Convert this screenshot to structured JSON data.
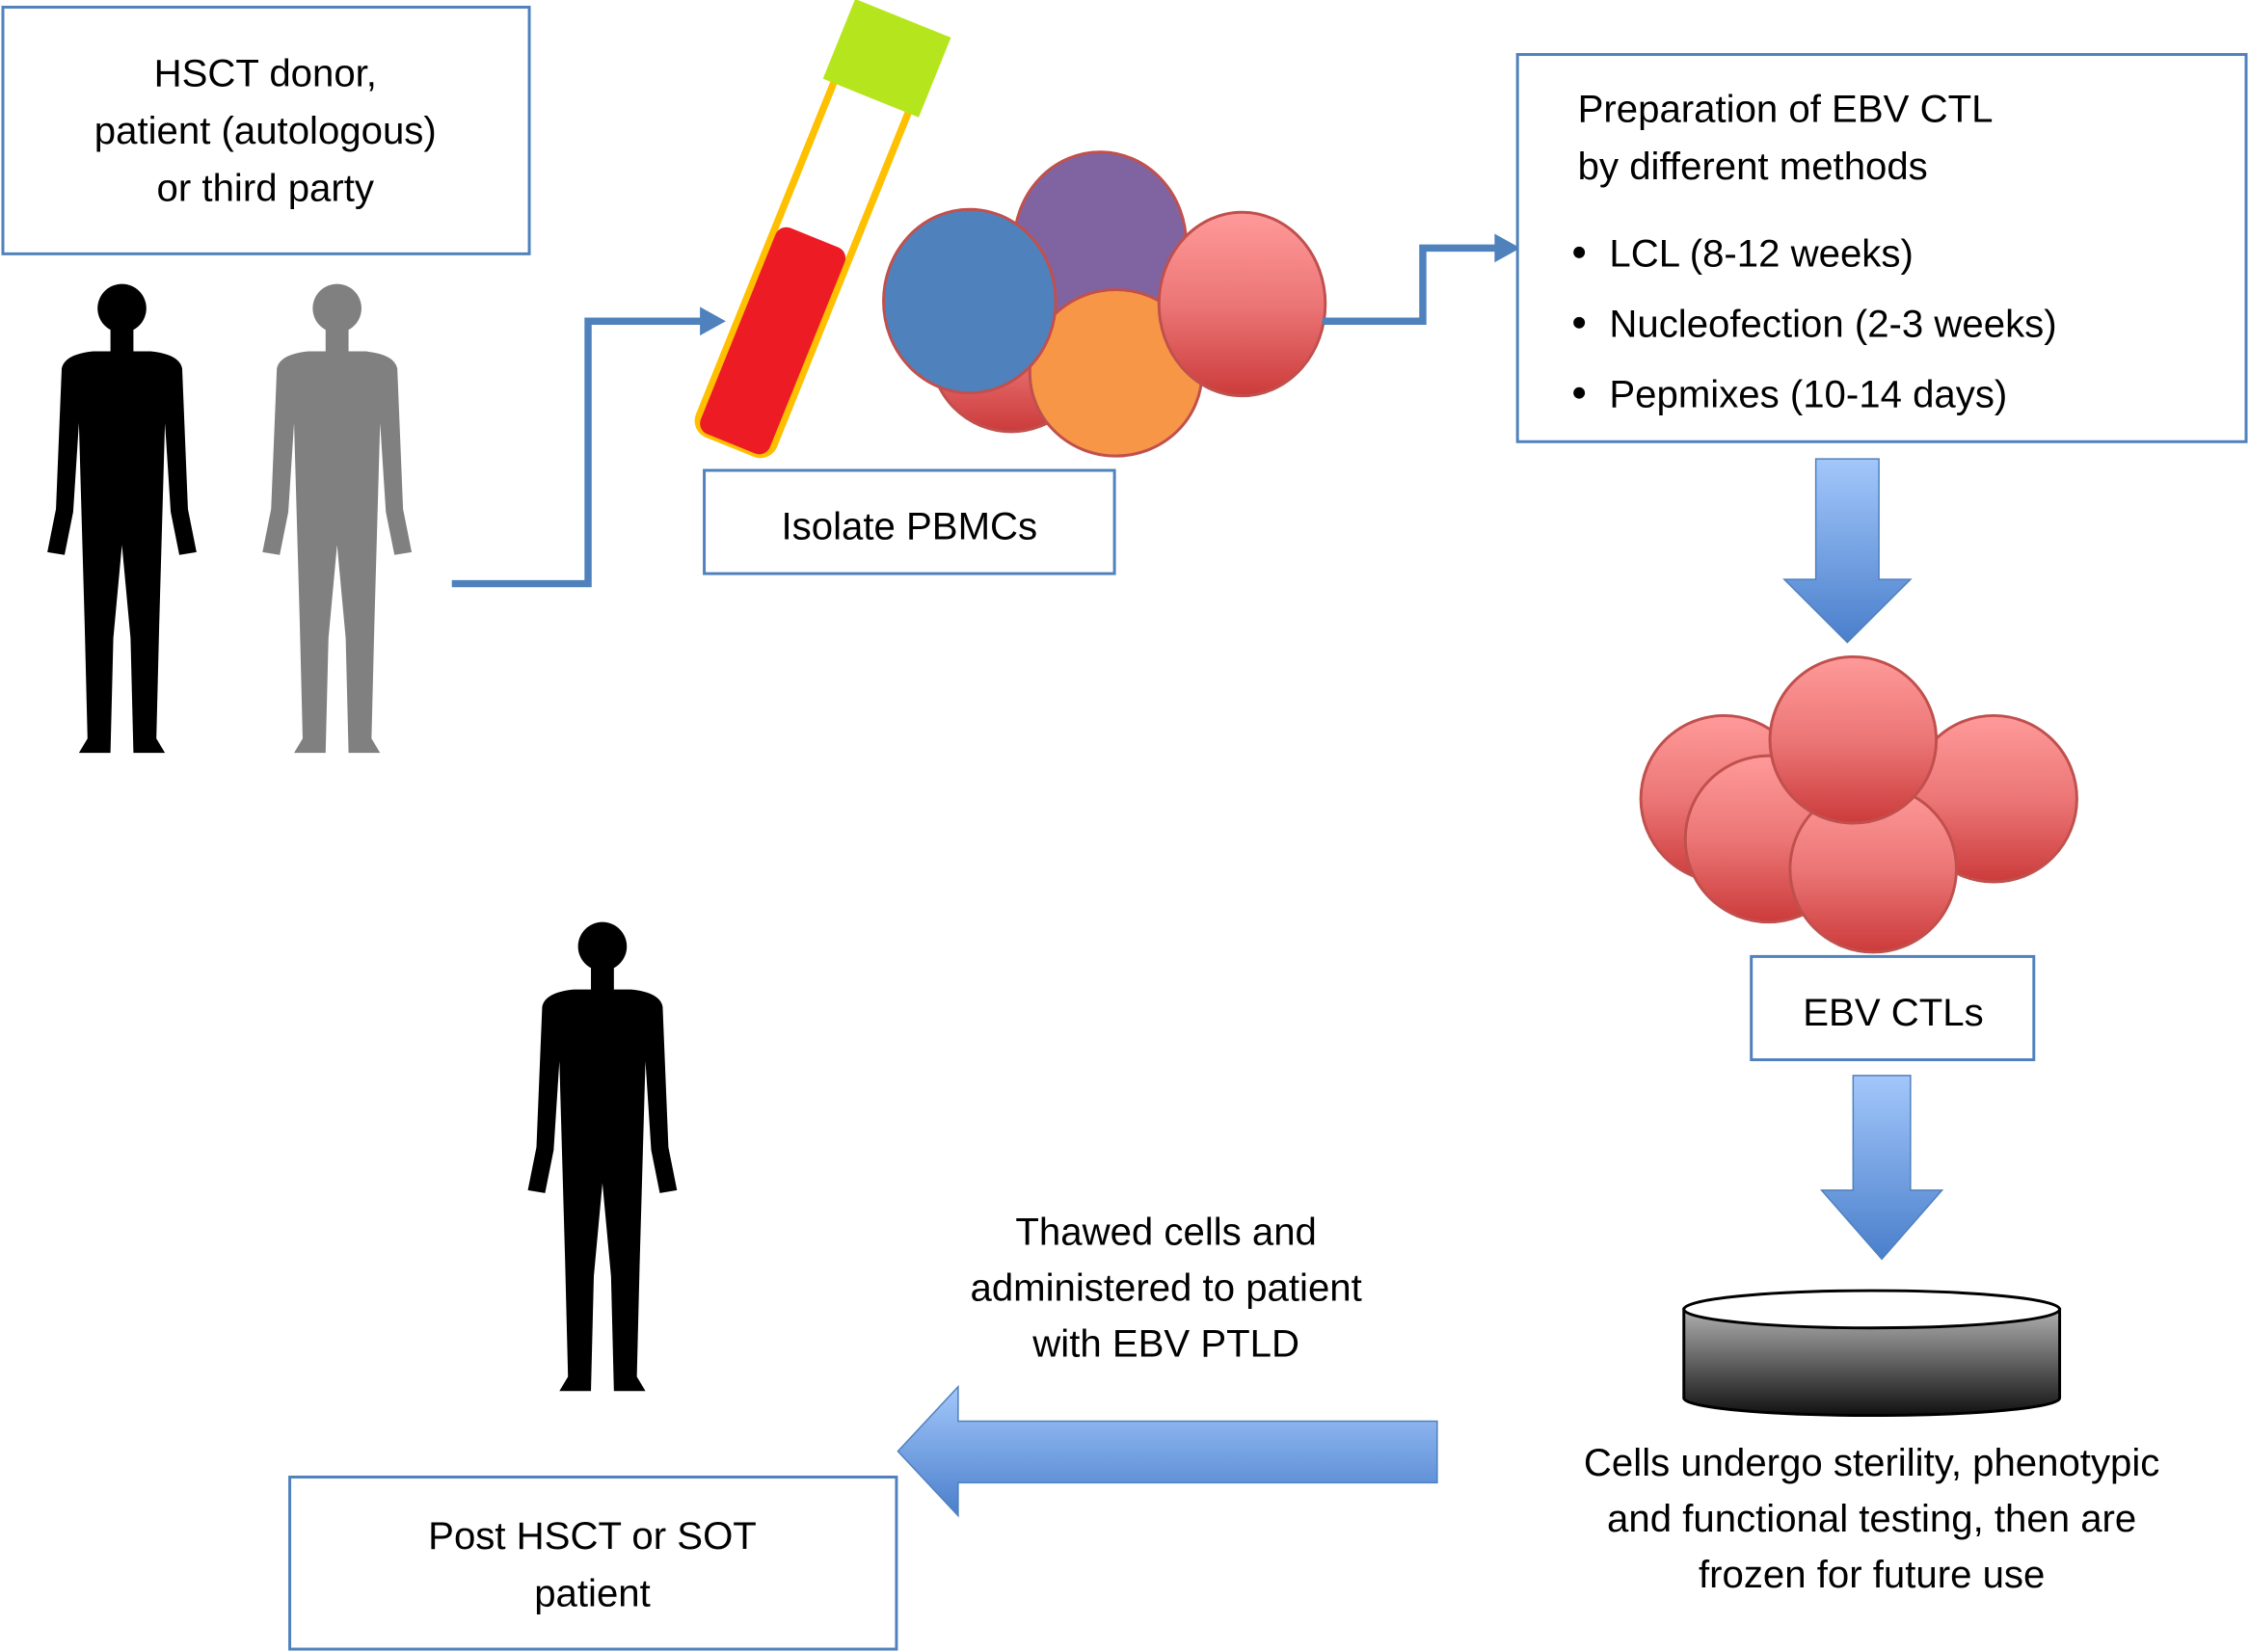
{
  "source_box": {
    "lines": [
      "HSCT donor,",
      "patient (autologous)",
      "or third party"
    ]
  },
  "isolate_box": {
    "label": "Isolate PBMCs"
  },
  "prep_box": {
    "title_lines": [
      "Preparation of EBV CTL",
      "by different methods"
    ],
    "methods": [
      "LCL (8-12 weeks)",
      "Nucleofection (2-3 weeks)",
      "Pepmixes (10-14 days)"
    ]
  },
  "ctl_box": {
    "label": "EBV CTLs"
  },
  "testing_caption": {
    "lines": [
      "Cells undergo sterility, phenotypic",
      "and functional testing, then are",
      "frozen for future use"
    ]
  },
  "thaw_caption": {
    "lines": [
      "Thawed cells and",
      "administered to patient",
      "with EBV PTLD"
    ]
  },
  "recipient_box": {
    "lines": [
      "Post HSCT or SOT",
      "patient"
    ]
  },
  "colors": {
    "accent": "#4f81bd",
    "arrow_light": "#9dc3f7",
    "arrow_dark": "#4a7fcb",
    "cell_red": "#e06060",
    "cell_blue": "#4f81bd",
    "cell_purple": "#8064a2",
    "cell_orange": "#f79646",
    "tube_blood": "#ed1c24",
    "tube_cap": "#b5e61d"
  }
}
